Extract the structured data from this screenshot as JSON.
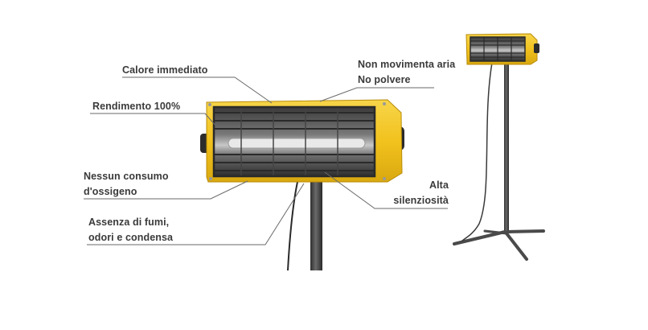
{
  "features": {
    "calore": "Calore immediato",
    "rendimento": "Rendimento 100%",
    "non_movimenta_line1": "Non movimenta aria",
    "non_movimenta_line2": "No polvere",
    "nessun_line1": "Nessun consumo",
    "nessun_line2": "d'ossigeno",
    "assenza_line1": "Assenza di fumi,",
    "assenza_line2": "odori e condensa",
    "alta_line1": "Alta",
    "alta_line2": "silenziosità"
  },
  "colors": {
    "housing_yellow": "#f2c21e",
    "pole_grey": "#4a4a4a",
    "leader_line": "#6a6a6a",
    "text": "#3a3a3a"
  },
  "icons": {
    "main_product": "infrared-heater-on-pole",
    "small_product": "infrared-heater-on-tripod-stand"
  }
}
